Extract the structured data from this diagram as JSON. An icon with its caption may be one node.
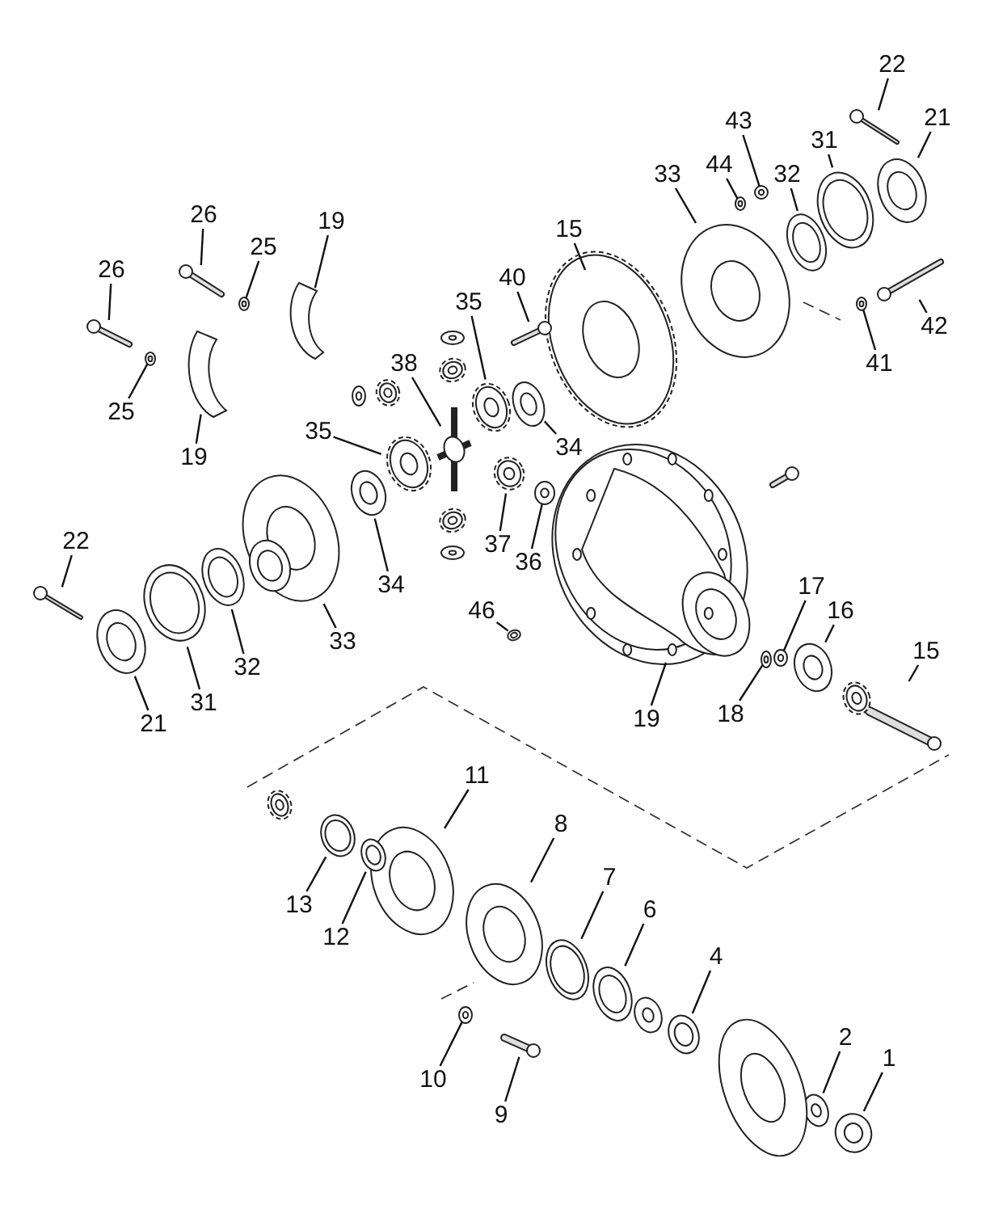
{
  "diagram": {
    "nodes": [
      {
        "text": [
          "22"
        ]
      },
      {
        "text": [
          "21"
        ]
      },
      {
        "text": [
          "43"
        ]
      },
      {
        "text": [
          "31"
        ]
      },
      {
        "text": [
          "44"
        ]
      },
      {
        "text": [
          "32"
        ]
      },
      {
        "text": [
          "33"
        ]
      },
      {
        "text": [
          "26"
        ]
      },
      {
        "text": [
          "19"
        ]
      },
      {
        "text": [
          "15"
        ]
      },
      {
        "text": [
          "25"
        ]
      },
      {
        "text": [
          "26"
        ]
      },
      {
        "text": [
          "40"
        ]
      },
      {
        "text": [
          "35"
        ]
      },
      {
        "text": [
          "42"
        ]
      },
      {
        "text": [
          "38"
        ]
      },
      {
        "text": [
          "41"
        ]
      },
      {
        "text": [
          "25"
        ]
      },
      {
        "text": [
          "35"
        ]
      },
      {
        "text": [
          "34"
        ]
      },
      {
        "text": [
          "19"
        ]
      },
      {
        "text": [
          "22"
        ]
      },
      {
        "text": [
          "37"
        ]
      },
      {
        "text": [
          "36"
        ]
      },
      {
        "text": [
          "34"
        ]
      },
      {
        "text": [
          "17"
        ]
      },
      {
        "text": [
          "46"
        ]
      },
      {
        "text": [
          "16"
        ]
      },
      {
        "text": [
          "33"
        ]
      },
      {
        "text": [
          "15"
        ]
      },
      {
        "text": [
          "32"
        ]
      },
      {
        "text": [
          "31"
        ]
      },
      {
        "text": [
          "19"
        ]
      },
      {
        "text": [
          "18"
        ]
      },
      {
        "text": [
          "21"
        ]
      },
      {
        "text": [
          "11"
        ]
      },
      {
        "text": [
          "8"
        ]
      },
      {
        "text": [
          "7"
        ]
      },
      {
        "text": [
          "13"
        ]
      },
      {
        "text": [
          "6"
        ]
      },
      {
        "text": [
          "12"
        ]
      },
      {
        "text": [
          "4"
        ]
      },
      {
        "text": [
          "2"
        ]
      },
      {
        "text": [
          "1"
        ]
      },
      {
        "text": [
          "10"
        ]
      },
      {
        "text": [
          "9"
        ]
      },
      {
        "text": [],
        "shape": "picture"
      },
      {
        "text": [],
        "shape": "picture"
      },
      {
        "text": [],
        "shape": "picture"
      },
      {
        "text": [],
        "shape": "picture"
      },
      {
        "text": [],
        "shape": "picture"
      },
      {
        "text": [],
        "shape": "picture"
      },
      {
        "text": [],
        "shape": "picture"
      },
      {
        "text": [],
        "shape": "picture"
      },
      {
        "text": [],
        "shape": "picture"
      },
      {
        "text": [],
        "shape": "picture"
      },
      {
        "text": [],
        "shape": "picture"
      },
      {
        "text": [],
        "shape": "picture"
      },
      {
        "text": [],
        "shape": "picture"
      },
      {
        "text": [],
        "shape": "picture"
      },
      {
        "text": [],
        "shape": "picture"
      },
      {
        "text": [],
        "shape": "picture"
      },
      {
        "text": [],
        "shape": "picture"
      },
      {
        "text": [],
        "shape": "picture"
      },
      {
        "text": [],
        "shape": "picture"
      },
      {
        "text": [],
        "shape": "picture"
      },
      {
        "text": [],
        "shape": "picture"
      },
      {
        "text": [],
        "shape": "picture"
      },
      {
        "text": [],
        "shape": "picture"
      },
      {
        "text": [],
        "shape": "picture"
      },
      {
        "text": [],
        "shape": "picture"
      },
      {
        "text": [],
        "shape": "picture"
      },
      {
        "text": [],
        "shape": "picture"
      },
      {
        "text": [],
        "shape": "picture"
      },
      {
        "text": [],
        "shape": "picture"
      },
      {
        "text": [],
        "shape": "picture"
      },
      {
        "text": [],
        "shape": "picture"
      },
      {
        "text": [],
        "shape": "picture"
      },
      {
        "text": [],
        "shape": "picture"
      },
      {
        "text": [],
        "shape": "picture"
      },
      {
        "text": [],
        "shape": "picture"
      },
      {
        "text": [],
        "shape": "picture"
      },
      {
        "text": [],
        "shape": "picture"
      },
      {
        "text": [],
        "shape": "picture"
      },
      {
        "text": [],
        "shape": "picture"
      },
      {
        "text": [],
        "shape": "picture"
      },
      {
        "text": [],
        "shape": "picture"
      },
      {
        "text": [],
        "shape": "picture"
      },
      {
        "text": [],
        "shape": "picture"
      },
      {
        "text": [],
        "shape": "picture"
      },
      {
        "text": [],
        "shape": "picture"
      },
      {
        "text": [],
        "shape": "picture"
      },
      {
        "text": [],
        "shape": "picture"
      },
      {
        "text": [],
        "shape": "picture"
      },
      {
        "text": [],
        "shape": "picture"
      }
    ],
    "edges": [
      {
        "from": 0,
        "to": 46,
        "arrow": "none"
      },
      {
        "from": 1,
        "to": 47,
        "arrow": "none"
      },
      {
        "from": 2,
        "to": 48,
        "arrow": "none"
      },
      {
        "from": 3,
        "to": 49,
        "arrow": "none"
      },
      {
        "from": 4,
        "to": 50,
        "arrow": "none"
      },
      {
        "from": 5,
        "to": 51,
        "arrow": "none"
      },
      {
        "from": 6,
        "to": 52,
        "arrow": "none"
      },
      {
        "from": 7,
        "to": 53,
        "arrow": "none"
      },
      {
        "from": 8,
        "to": 54,
        "arrow": "none"
      },
      {
        "from": 9,
        "to": 55,
        "arrow": "none"
      },
      {
        "from": 10,
        "to": 56,
        "arrow": "none"
      },
      {
        "from": 11,
        "to": 57,
        "arrow": "none"
      },
      {
        "from": 12,
        "to": 58,
        "arrow": "none"
      },
      {
        "from": 13,
        "to": 59,
        "arrow": "none"
      },
      {
        "from": 14,
        "to": 60,
        "arrow": "none"
      },
      {
        "from": 15,
        "to": 61,
        "arrow": "none"
      },
      {
        "from": 16,
        "to": 62,
        "arrow": "none"
      },
      {
        "from": 17,
        "to": 63,
        "arrow": "none"
      },
      {
        "from": 18,
        "to": 64,
        "arrow": "none"
      },
      {
        "from": 19,
        "to": 65,
        "arrow": "none"
      },
      {
        "from": 20,
        "to": 66,
        "arrow": "none"
      },
      {
        "from": 21,
        "to": 67,
        "arrow": "none"
      },
      {
        "from": 22,
        "to": 68,
        "arrow": "none"
      },
      {
        "from": 23,
        "to": 69,
        "arrow": "none"
      },
      {
        "from": 24,
        "to": 70,
        "arrow": "none"
      },
      {
        "from": 25,
        "to": 71,
        "arrow": "none"
      },
      {
        "from": 26,
        "to": 72,
        "arrow": "none"
      },
      {
        "from": 27,
        "to": 73,
        "arrow": "none"
      },
      {
        "from": 28,
        "to": 74,
        "arrow": "none"
      },
      {
        "from": 29,
        "to": 75,
        "arrow": "none"
      },
      {
        "from": 30,
        "to": 76,
        "arrow": "none"
      },
      {
        "from": 31,
        "to": 77,
        "arrow": "none"
      },
      {
        "from": 32,
        "to": 78,
        "arrow": "none"
      },
      {
        "from": 33,
        "to": 79,
        "arrow": "none"
      },
      {
        "from": 34,
        "to": 80,
        "arrow": "none"
      },
      {
        "from": 35,
        "to": 81,
        "arrow": "none"
      },
      {
        "from": 36,
        "to": 82,
        "arrow": "none"
      },
      {
        "from": 37,
        "to": 83,
        "arrow": "none"
      },
      {
        "from": 38,
        "to": 84,
        "arrow": "none"
      },
      {
        "from": 39,
        "to": 85,
        "arrow": "none"
      },
      {
        "from": 40,
        "to": 86,
        "arrow": "none"
      },
      {
        "from": 41,
        "to": 87,
        "arrow": "none"
      },
      {
        "from": 42,
        "to": 88,
        "arrow": "none"
      },
      {
        "from": 43,
        "to": 89,
        "arrow": "none"
      },
      {
        "from": 44,
        "to": 90,
        "arrow": "none"
      },
      {
        "from": 45,
        "to": 91,
        "arrow": "none"
      }
    ]
  }
}
